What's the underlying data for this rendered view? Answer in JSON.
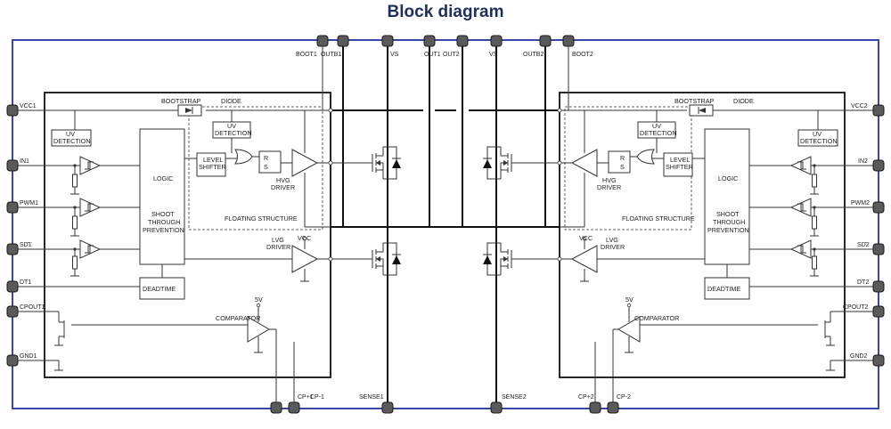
{
  "title": "Block diagram",
  "colors": {
    "title": "#1f2f5c",
    "frame": "#3b47a8",
    "pin": "#5a5a5a",
    "wire": "#333333"
  },
  "top_pins": {
    "boot1": "BOOT1",
    "outb1": "OUTB1",
    "vs_left": "VS",
    "out1": "OUT1",
    "out2": "OUT2",
    "vs_right": "VS",
    "outb2": "OUTB2",
    "boot2": "BOOT2"
  },
  "bottom_pins": {
    "cp_plus1": "CP+1",
    "cp_minus1": "CP-1",
    "sense1": "SENSE1",
    "sense2": "SENSE2",
    "cp_plus2": "CP+2",
    "cp_minus2": "CP-2"
  },
  "left_pins": [
    "VCC1",
    "IN1",
    "PWM1",
    "SD1",
    "DT1",
    "CPOUT1",
    "GND1"
  ],
  "right_pins": [
    "VCC2",
    "IN2",
    "PWM2",
    "SD2",
    "DT2",
    "CPOUT2",
    "GND2"
  ],
  "blocks": {
    "bootstrap": "BOOTSTRAP",
    "diode": "DIODE",
    "uv": "UV",
    "detection": "DETECTION",
    "logic": "LOGIC",
    "shoot": "SHOOT",
    "through": "THROUGH",
    "prevention": "PREVENTION",
    "level": "LEVEL",
    "shifter": "SHIFTER",
    "r": "R",
    "s": "S",
    "hvg": "HVG",
    "driver": "DRIVER",
    "lvg": "LVG",
    "vcc": "VCC",
    "floating_structure": "FLOATING STRUCTURE",
    "deadtime": "DEADTIME",
    "comparator": "COMPARATOR",
    "five_v": "5V"
  }
}
